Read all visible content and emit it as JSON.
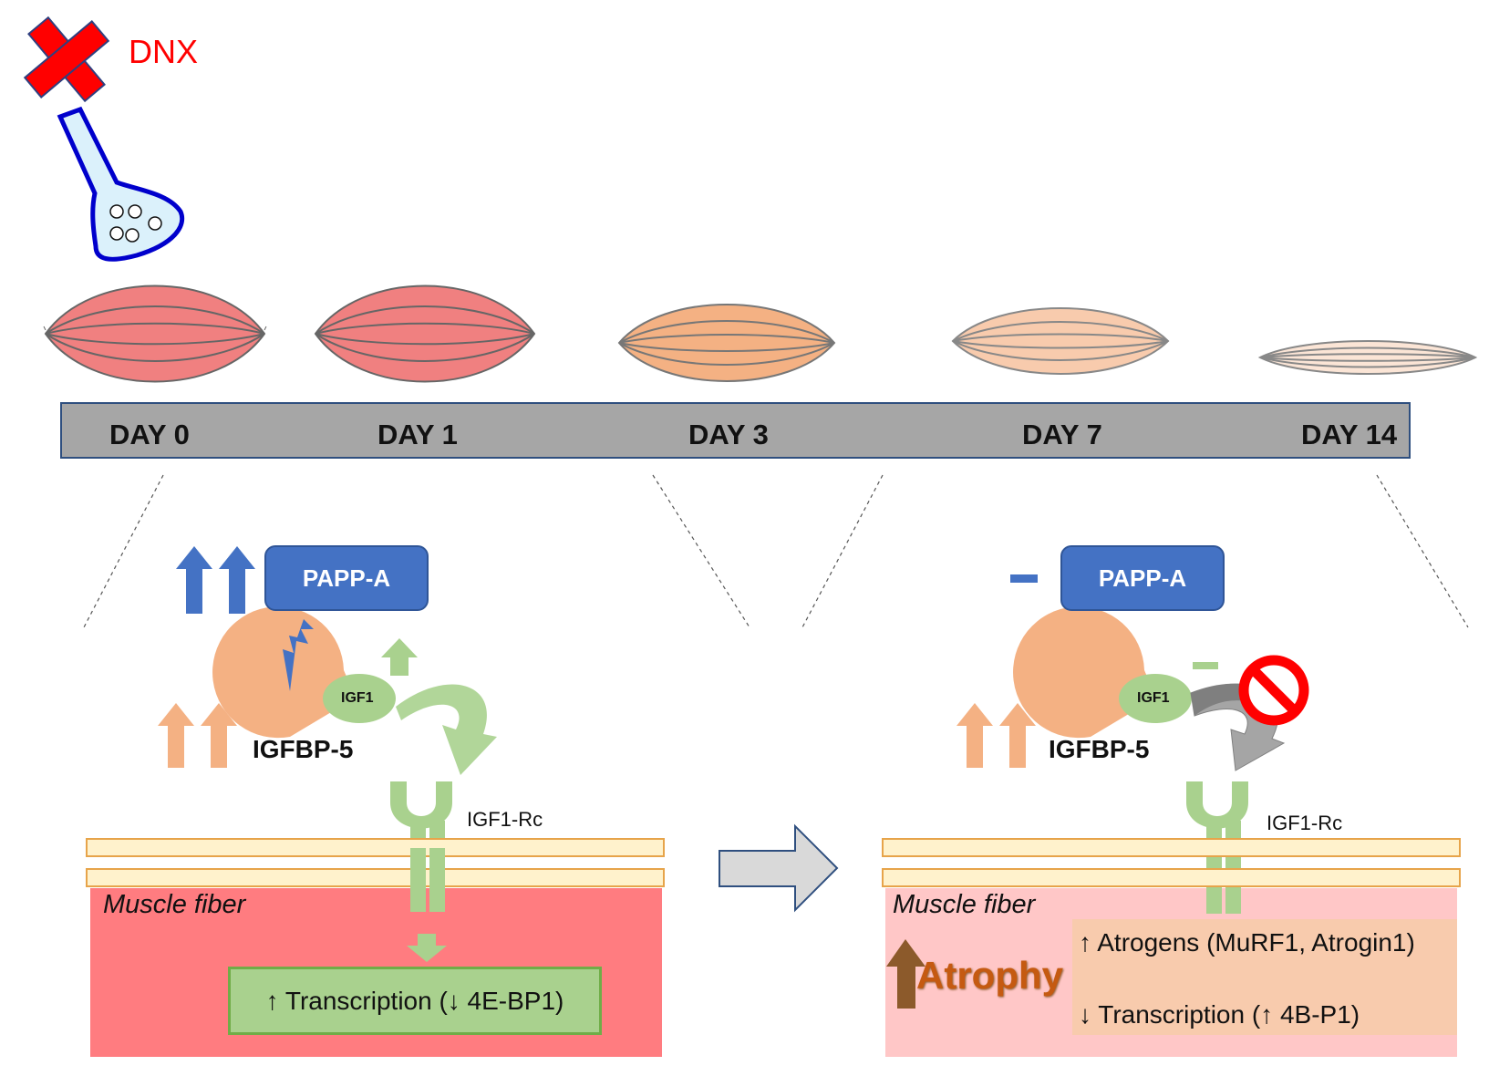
{
  "drug": {
    "label": "DNX",
    "label_color": "#ff0000"
  },
  "timeline": {
    "days": [
      "DAY 0",
      "DAY 1",
      "DAY 3",
      "DAY 7",
      "DAY 14"
    ]
  },
  "left_panel": {
    "pappa_label": "PAPP-A",
    "igf1_label": "IGF1",
    "igfbp5_label": "IGFBP-5",
    "receptor_label": "IGF1-Rc",
    "fiber_label": "Muscle fiber",
    "transcription_text": "↑ Transcription (↓ 4E-BP1)"
  },
  "right_panel": {
    "pappa_label": "PAPP-A",
    "igf1_label": "IGF1",
    "igfbp5_label": "IGFBP-5",
    "receptor_label": "IGF1-Rc",
    "fiber_label": "Muscle fiber",
    "atrophy_label": "Atrophy",
    "atrogens_text": "↑ Atrogens (MuRF1, Atrogin1)",
    "transcription_text": "↓ Transcription (↑ 4B-P1)"
  },
  "colors": {
    "pappa_blue": "#4472c4",
    "muscle_red": "#f08080",
    "fiber_red": "#ff7c80",
    "fiber_pink": "#ffc7c7",
    "receptor_green": "#a9d18e",
    "igfbp_orange": "#f4b183",
    "atrophy_brown": "#c55a11"
  }
}
